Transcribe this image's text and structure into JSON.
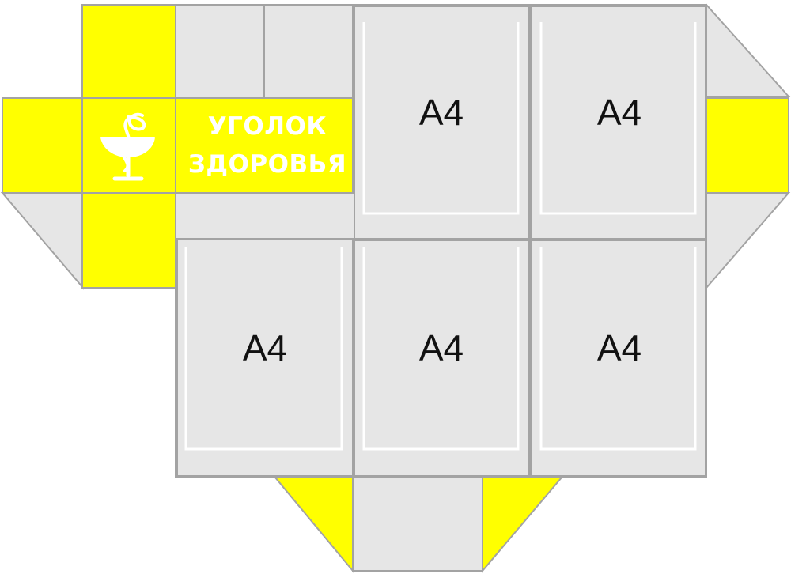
{
  "colors": {
    "accent": "#ffff00",
    "panel": "#e6e6e6",
    "border": "#a3a3a3",
    "text": "#111111",
    "emblem": "#ffffff"
  },
  "header": {
    "title_line1": "УГОЛОК",
    "title_line2": "ЗДОРОВЬЯ",
    "emblem_icon": "bowl-of-hygieia-icon"
  },
  "pockets": [
    {
      "label": "A4"
    },
    {
      "label": "A4"
    },
    {
      "label": "A4"
    },
    {
      "label": "A4"
    },
    {
      "label": "A4"
    }
  ]
}
